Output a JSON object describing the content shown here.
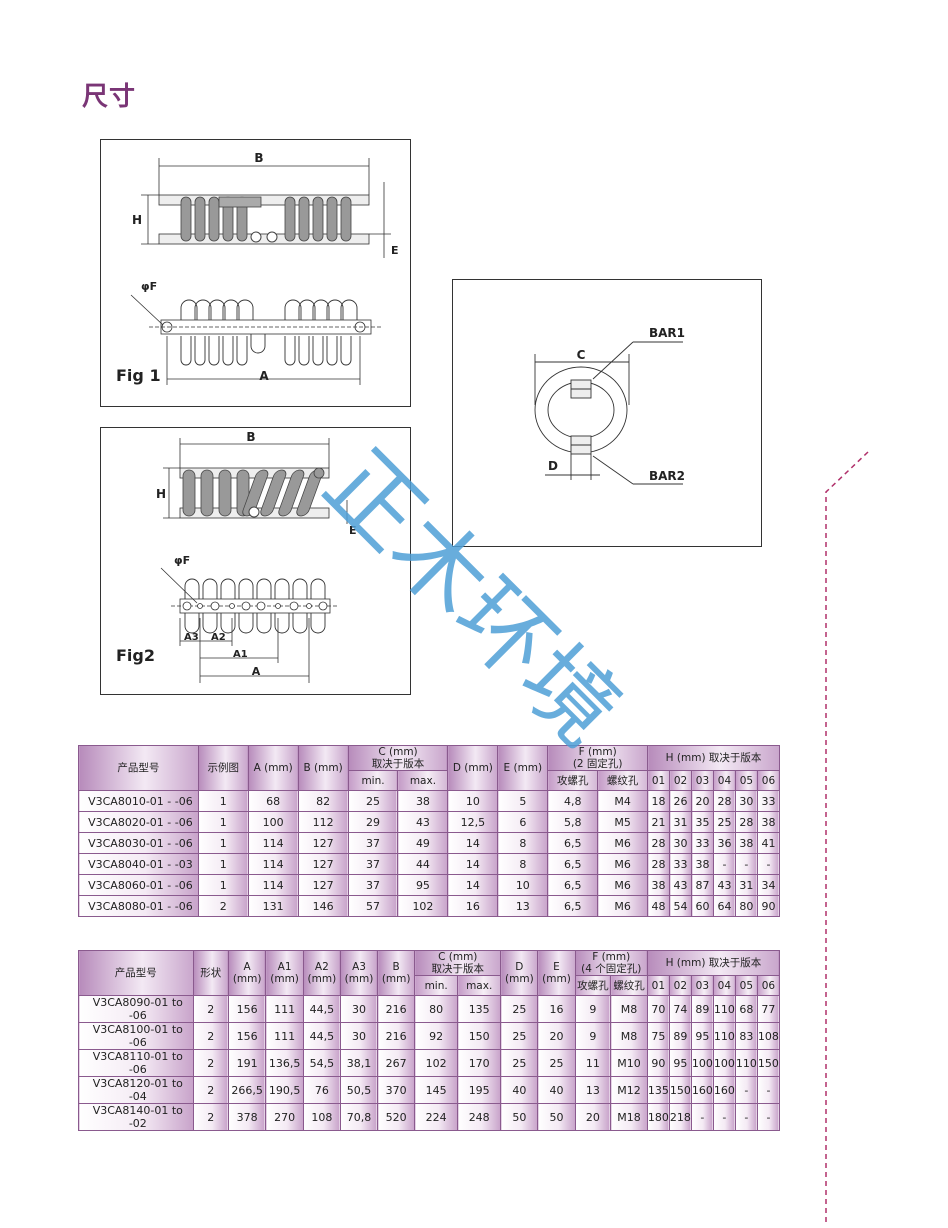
{
  "page": {
    "title": "尺寸"
  },
  "figures": {
    "fig1": {
      "label": "Fig 1",
      "dims": {
        "B": "B",
        "H": "H",
        "E": "E",
        "F": "φF",
        "A": "A"
      }
    },
    "fig2": {
      "label": "Fig2",
      "dims": {
        "B": "B",
        "H": "H",
        "E": "E",
        "F": "φF",
        "A": "A",
        "A1": "A1",
        "A2": "A2",
        "A3": "A3"
      }
    },
    "fig3": {
      "dims": {
        "C": "C",
        "D": "D",
        "BAR1": "BAR1",
        "BAR2": "BAR2"
      }
    }
  },
  "watermark": "正木环境",
  "table1": {
    "headers": {
      "model": "产品型号",
      "fig": "示例图",
      "A": "A (mm)",
      "B": "B (mm)",
      "C_top": "C (mm)",
      "C_sub": "取决于版本",
      "C_min": "min.",
      "C_max": "max.",
      "D": "D (mm)",
      "E": "E (mm)",
      "F_top": "F (mm)",
      "F_sub": "(2 固定孔)",
      "F_tap": "攻螺孔",
      "F_thread": "螺纹孔",
      "H": "H (mm) 取决于版本",
      "H_versions": [
        "01",
        "02",
        "03",
        "04",
        "05",
        "06"
      ]
    },
    "rows": [
      {
        "model": "V3CA8010-01 -   -06",
        "fig": "1",
        "A": "68",
        "B": "82",
        "Cmin": "25",
        "Cmax": "38",
        "D": "10",
        "E": "5",
        "Ftap": "4,8",
        "Fthread": "M4",
        "H": [
          "18",
          "26",
          "20",
          "28",
          "30",
          "33"
        ]
      },
      {
        "model": "V3CA8020-01 -   -06",
        "fig": "1",
        "A": "100",
        "B": "112",
        "Cmin": "29",
        "Cmax": "43",
        "D": "12,5",
        "E": "6",
        "Ftap": "5,8",
        "Fthread": "M5",
        "H": [
          "21",
          "31",
          "35",
          "25",
          "28",
          "38"
        ]
      },
      {
        "model": "V3CA8030-01 -   -06",
        "fig": "1",
        "A": "114",
        "B": "127",
        "Cmin": "37",
        "Cmax": "49",
        "D": "14",
        "E": "8",
        "Ftap": "6,5",
        "Fthread": "M6",
        "H": [
          "28",
          "30",
          "33",
          "36",
          "38",
          "41"
        ]
      },
      {
        "model": "V3CA8040-01 -   -03",
        "fig": "1",
        "A": "114",
        "B": "127",
        "Cmin": "37",
        "Cmax": "44",
        "D": "14",
        "E": "8",
        "Ftap": "6,5",
        "Fthread": "M6",
        "H": [
          "28",
          "33",
          "38",
          "-",
          "-",
          "-"
        ]
      },
      {
        "model": "V3CA8060-01 -   -06",
        "fig": "1",
        "A": "114",
        "B": "127",
        "Cmin": "37",
        "Cmax": "95",
        "D": "14",
        "E": "10",
        "Ftap": "6,5",
        "Fthread": "M6",
        "H": [
          "38",
          "43",
          "87",
          "43",
          "31",
          "34"
        ]
      },
      {
        "model": "V3CA8080-01 -   -06",
        "fig": "2",
        "A": "131",
        "B": "146",
        "Cmin": "57",
        "Cmax": "102",
        "D": "16",
        "E": "13",
        "Ftap": "6,5",
        "Fthread": "M6",
        "H": [
          "48",
          "54",
          "60",
          "64",
          "80",
          "90"
        ]
      }
    ]
  },
  "table2": {
    "headers": {
      "model": "产品型号",
      "shape": "形状",
      "A": "A",
      "A1": "A1",
      "A2": "A2",
      "A3": "A3",
      "B": "B",
      "unit": "(mm)",
      "C_top": "C (mm)",
      "C_sub": "取决于版本",
      "C_min": "min.",
      "C_max": "max.",
      "D": "D",
      "E": "E",
      "F_top": "F (mm)",
      "F_sub": "(4 个固定孔)",
      "F_tap": "攻螺孔",
      "F_thread": "螺纹孔",
      "H": "H (mm) 取决于版本",
      "H_versions": [
        "01",
        "02",
        "03",
        "04",
        "05",
        "06"
      ]
    },
    "rows": [
      {
        "model": "V3CA8090-01 to -06",
        "shape": "2",
        "A": "156",
        "A1": "111",
        "A2": "44,5",
        "A3": "30",
        "B": "216",
        "Cmin": "80",
        "Cmax": "135",
        "D": "25",
        "E": "16",
        "Ftap": "9",
        "Fthread": "M8",
        "H": [
          "70",
          "74",
          "89",
          "110",
          "68",
          "77"
        ]
      },
      {
        "model": "V3CA8100-01 to -06",
        "shape": "2",
        "A": "156",
        "A1": "111",
        "A2": "44,5",
        "A3": "30",
        "B": "216",
        "Cmin": "92",
        "Cmax": "150",
        "D": "25",
        "E": "20",
        "Ftap": "9",
        "Fthread": "M8",
        "H": [
          "75",
          "89",
          "95",
          "110",
          "83",
          "108"
        ]
      },
      {
        "model": "V3CA8110-01 to -06",
        "shape": "2",
        "A": "191",
        "A1": "136,5",
        "A2": "54,5",
        "A3": "38,1",
        "B": "267",
        "Cmin": "102",
        "Cmax": "170",
        "D": "25",
        "E": "25",
        "Ftap": "11",
        "Fthread": "M10",
        "H": [
          "90",
          "95",
          "100",
          "100",
          "110",
          "150"
        ]
      },
      {
        "model": "V3CA8120-01 to -04",
        "shape": "2",
        "A": "266,5",
        "A1": "190,5",
        "A2": "76",
        "A3": "50,5",
        "B": "370",
        "Cmin": "145",
        "Cmax": "195",
        "D": "40",
        "E": "40",
        "Ftap": "13",
        "Fthread": "M12",
        "H": [
          "135",
          "150",
          "160",
          "160",
          "-",
          "-"
        ]
      },
      {
        "model": "V3CA8140-01 to -02",
        "shape": "2",
        "A": "378",
        "A1": "270",
        "A2": "108",
        "A3": "70,8",
        "B": "520",
        "Cmin": "224",
        "Cmax": "248",
        "D": "50",
        "E": "50",
        "Ftap": "20",
        "Fthread": "M18",
        "H": [
          "180",
          "218",
          "-",
          "-",
          "-",
          "-"
        ]
      }
    ]
  },
  "colors": {
    "title": "#7a3576",
    "table_border": "#8a5a8e",
    "watermark": "#4d9fd6",
    "dashed_line": "#b0306a"
  }
}
